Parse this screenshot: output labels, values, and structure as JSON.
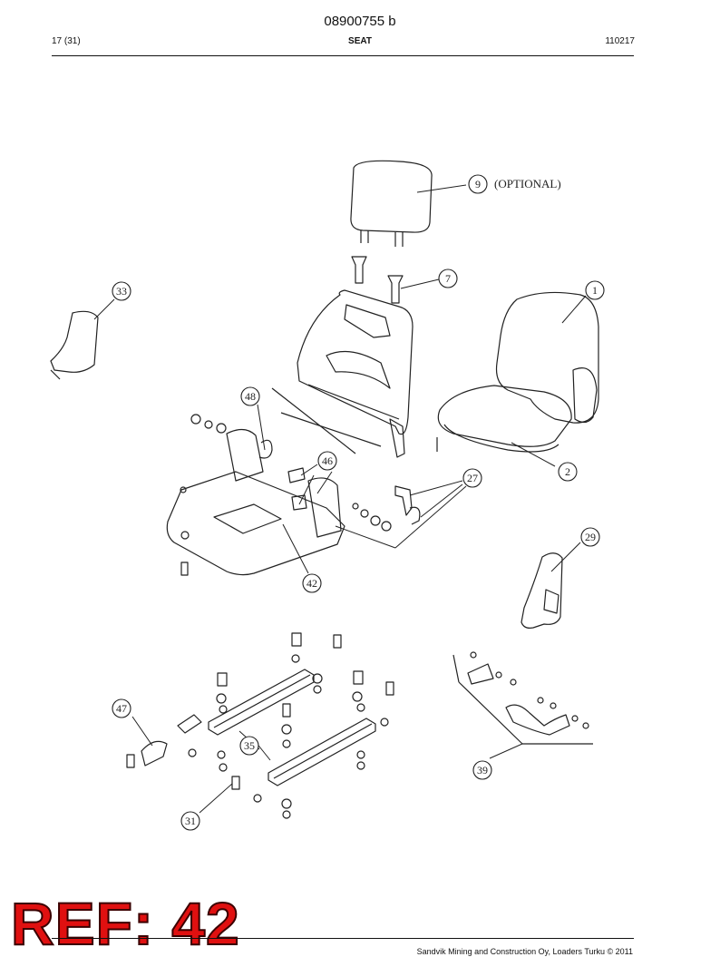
{
  "header": {
    "doc_number": "08900755 b",
    "page": "17 (31)",
    "section": "SEAT",
    "date": "110217"
  },
  "callouts": [
    {
      "label": "9"
    },
    {
      "label": "7"
    },
    {
      "label": "1"
    },
    {
      "label": "2"
    },
    {
      "label": "33"
    },
    {
      "label": "48"
    },
    {
      "label": "46"
    },
    {
      "label": "27"
    },
    {
      "label": "42"
    },
    {
      "label": "29"
    },
    {
      "label": "47"
    },
    {
      "label": "35"
    },
    {
      "label": "31"
    },
    {
      "label": "39"
    }
  ],
  "optional_note": "(OPTIONAL)",
  "reference": "REF: 42",
  "footer": {
    "copyright": "Sandvik Mining and Construction Oy, Loaders Turku © 2011"
  },
  "colors": {
    "ref_red": "#e01010",
    "ink": "#222222"
  }
}
